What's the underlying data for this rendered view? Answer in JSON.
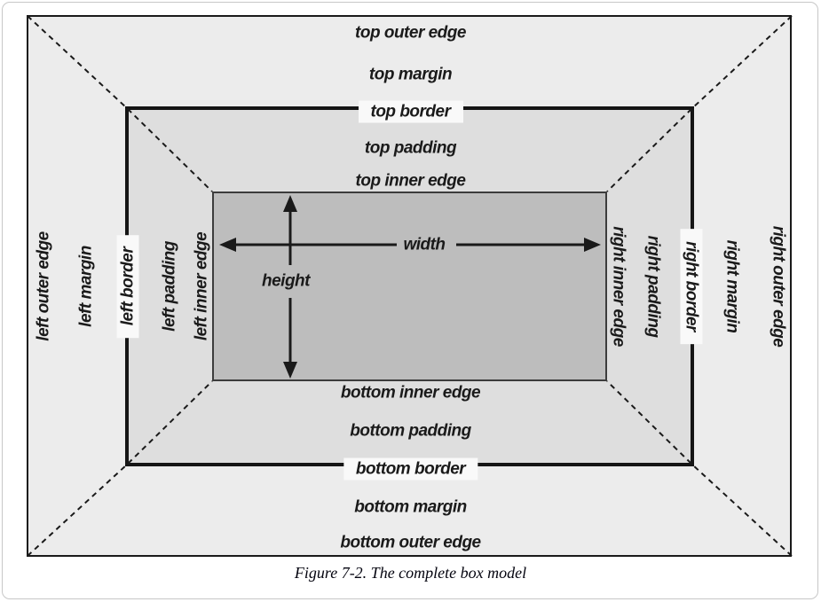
{
  "diagram": {
    "caption": "Figure 7-2. The complete box model",
    "labels": {
      "top": [
        "top outer edge",
        "top margin",
        "top border",
        "top padding",
        "top inner edge"
      ],
      "bottom": [
        "bottom inner edge",
        "bottom padding",
        "bottom border",
        "bottom margin",
        "bottom outer edge"
      ],
      "left": [
        "left outer edge",
        "left margin",
        "left border",
        "left padding",
        "left inner edge"
      ],
      "right": [
        "right inner edge",
        "right padding",
        "right border",
        "right margin",
        "right outer edge"
      ],
      "width_arrow": "width",
      "height_arrow": "height"
    },
    "colors": {
      "margin_area": "#ececec",
      "padding_area": "#dedede",
      "content_area": "#bdbdbd",
      "line": "#1a1a1a",
      "label_highlight": "#f9f9f9",
      "card_border": "#c7c7c7",
      "caption_text": "#050510"
    }
  }
}
